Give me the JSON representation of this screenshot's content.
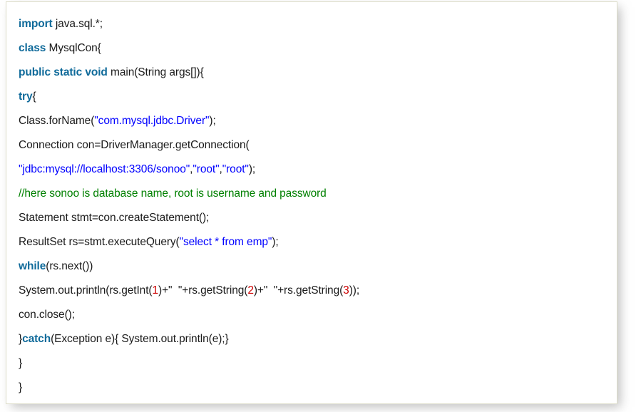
{
  "snippet": {
    "language": "java",
    "colors": {
      "keyword": "#0f6a9a",
      "string": "#0000ff",
      "comment": "#008000",
      "number": "#cc0000",
      "plain": "#1a1a1a",
      "background": "#ffffff",
      "border": "#dcdcc8"
    },
    "lines": [
      {
        "id": "line-1",
        "tokens": [
          {
            "t": "kw",
            "v": "import"
          },
          {
            "t": "pln",
            "v": " java.sql.*;"
          }
        ]
      },
      {
        "id": "line-2",
        "tokens": [
          {
            "t": "kw",
            "v": "class"
          },
          {
            "t": "pln",
            "v": " MysqlCon{"
          }
        ]
      },
      {
        "id": "line-3",
        "tokens": [
          {
            "t": "kw",
            "v": "public static void"
          },
          {
            "t": "pln",
            "v": " main(String args[]){"
          }
        ]
      },
      {
        "id": "line-4",
        "tokens": [
          {
            "t": "kw",
            "v": "try"
          },
          {
            "t": "pln",
            "v": "{"
          }
        ]
      },
      {
        "id": "line-5",
        "tokens": [
          {
            "t": "pln",
            "v": "Class.forName("
          },
          {
            "t": "str",
            "v": "\"com.mysql.jdbc.Driver\""
          },
          {
            "t": "pln",
            "v": ");"
          }
        ]
      },
      {
        "id": "line-6",
        "tokens": [
          {
            "t": "pln",
            "v": "Connection con=DriverManager.getConnection("
          }
        ]
      },
      {
        "id": "line-7",
        "tokens": [
          {
            "t": "str",
            "v": "\"jdbc:mysql://localhost:3306/sonoo\""
          },
          {
            "t": "pln",
            "v": ","
          },
          {
            "t": "str",
            "v": "\"root\""
          },
          {
            "t": "pln",
            "v": ","
          },
          {
            "t": "str",
            "v": "\"root\""
          },
          {
            "t": "pln",
            "v": ");"
          }
        ]
      },
      {
        "id": "line-8",
        "tokens": [
          {
            "t": "cmt",
            "v": "//here sonoo is database name, root is username and password"
          }
        ]
      },
      {
        "id": "line-9",
        "tokens": [
          {
            "t": "pln",
            "v": "Statement stmt=con.createStatement();"
          }
        ]
      },
      {
        "id": "line-10",
        "tokens": [
          {
            "t": "pln",
            "v": "ResultSet rs=stmt.executeQuery("
          },
          {
            "t": "str",
            "v": "\"select * from emp\""
          },
          {
            "t": "pln",
            "v": ");"
          }
        ]
      },
      {
        "id": "line-11",
        "tokens": [
          {
            "t": "kw",
            "v": "while"
          },
          {
            "t": "pln",
            "v": "(rs.next())"
          }
        ]
      },
      {
        "id": "line-12",
        "tokens": [
          {
            "t": "pln",
            "v": "System.out.println(rs.getInt("
          },
          {
            "t": "num",
            "v": "1"
          },
          {
            "t": "pln",
            "v": ")+\"  \"+rs.getString("
          },
          {
            "t": "num",
            "v": "2"
          },
          {
            "t": "pln",
            "v": ")+\"  \"+rs.getString("
          },
          {
            "t": "num",
            "v": "3"
          },
          {
            "t": "pln",
            "v": "));"
          }
        ]
      },
      {
        "id": "line-13",
        "tokens": [
          {
            "t": "pln",
            "v": "con.close();"
          }
        ]
      },
      {
        "id": "line-14",
        "tokens": [
          {
            "t": "pln",
            "v": "}"
          },
          {
            "t": "kw",
            "v": "catch"
          },
          {
            "t": "pln",
            "v": "(Exception e){ System.out.println(e);}"
          }
        ]
      },
      {
        "id": "line-15",
        "tokens": [
          {
            "t": "pln",
            "v": "}"
          }
        ]
      },
      {
        "id": "line-16",
        "tokens": [
          {
            "t": "pln",
            "v": "}"
          }
        ]
      }
    ]
  }
}
